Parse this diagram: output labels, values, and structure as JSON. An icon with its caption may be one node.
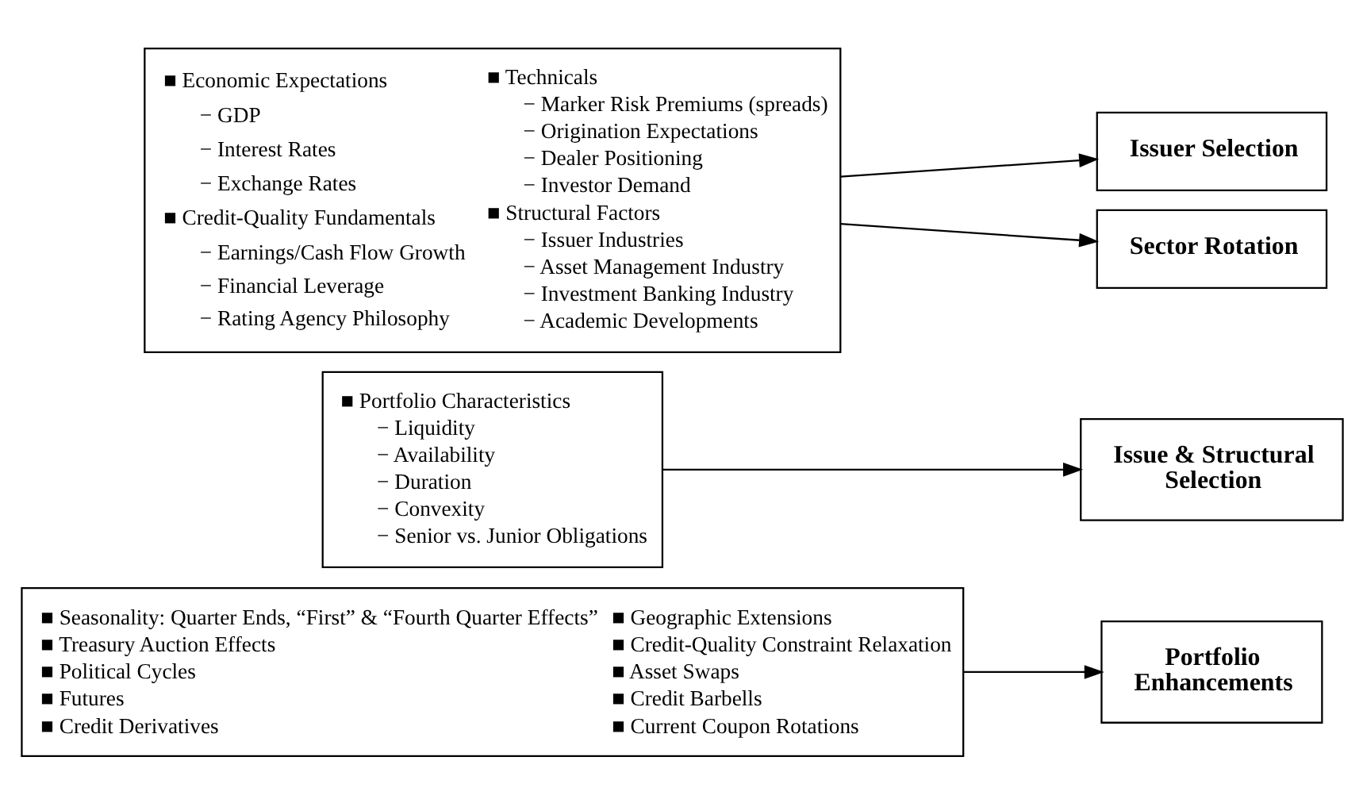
{
  "diagram": {
    "nodes": [
      {
        "text": [
          "■ Economic Expectations",
          "− GDP",
          "− Interest Rates",
          "− Exchange Rates",
          "■ Credit-Quality Fundamentals",
          "− Earnings/Cash Flow Growth",
          "− Financial Leverage",
          "− Rating Agency Philosophy",
          "■ Technicals",
          "− Marker Risk Premiums (spreads)",
          "− Origination Expectations",
          "− Dealer Positioning",
          "− Investor Demand",
          "■ Structural Factors",
          "− Issuer Industries",
          "− Asset Management Industry",
          "− Investment Banking Industry",
          "− Academic Developments"
        ]
      },
      {
        "text": [
          "Sector Rotation"
        ]
      },
      {
        "text": [
          "Issuer Selection"
        ]
      },
      {
        "text": [
          "■ Portfolio Characteristics",
          "− Liquidity",
          "− Availability",
          "− Duration",
          "− Convexity",
          "− Senior vs. Junior Obligations"
        ]
      },
      {
        "text": [
          "Issue & Structural Selection"
        ]
      },
      {
        "text": [
          "■ Seasonality: Quarter Ends, “First” & “Fourth Quarter Effects”",
          "■ Treasury Auction Effects",
          "■ Political Cycles",
          "■ Futures",
          "■ Credit Derivatives",
          "■ Geographic Extensions",
          "■ Credit-Quality Constraint Relaxation",
          "■ Asset Swaps",
          "■ Credit Barbells",
          "■ Current Coupon Rotations"
        ]
      },
      {
        "text": [
          "Portfolio Enhancements"
        ]
      }
    ],
    "edges": [
      {
        "from": 0,
        "to": 1,
        "arrow": "to"
      },
      {
        "from": 0,
        "to": 2,
        "arrow": "to"
      },
      {
        "from": 3,
        "to": 4,
        "arrow": "to"
      },
      {
        "from": 5,
        "to": 6,
        "arrow": "to"
      }
    ]
  }
}
